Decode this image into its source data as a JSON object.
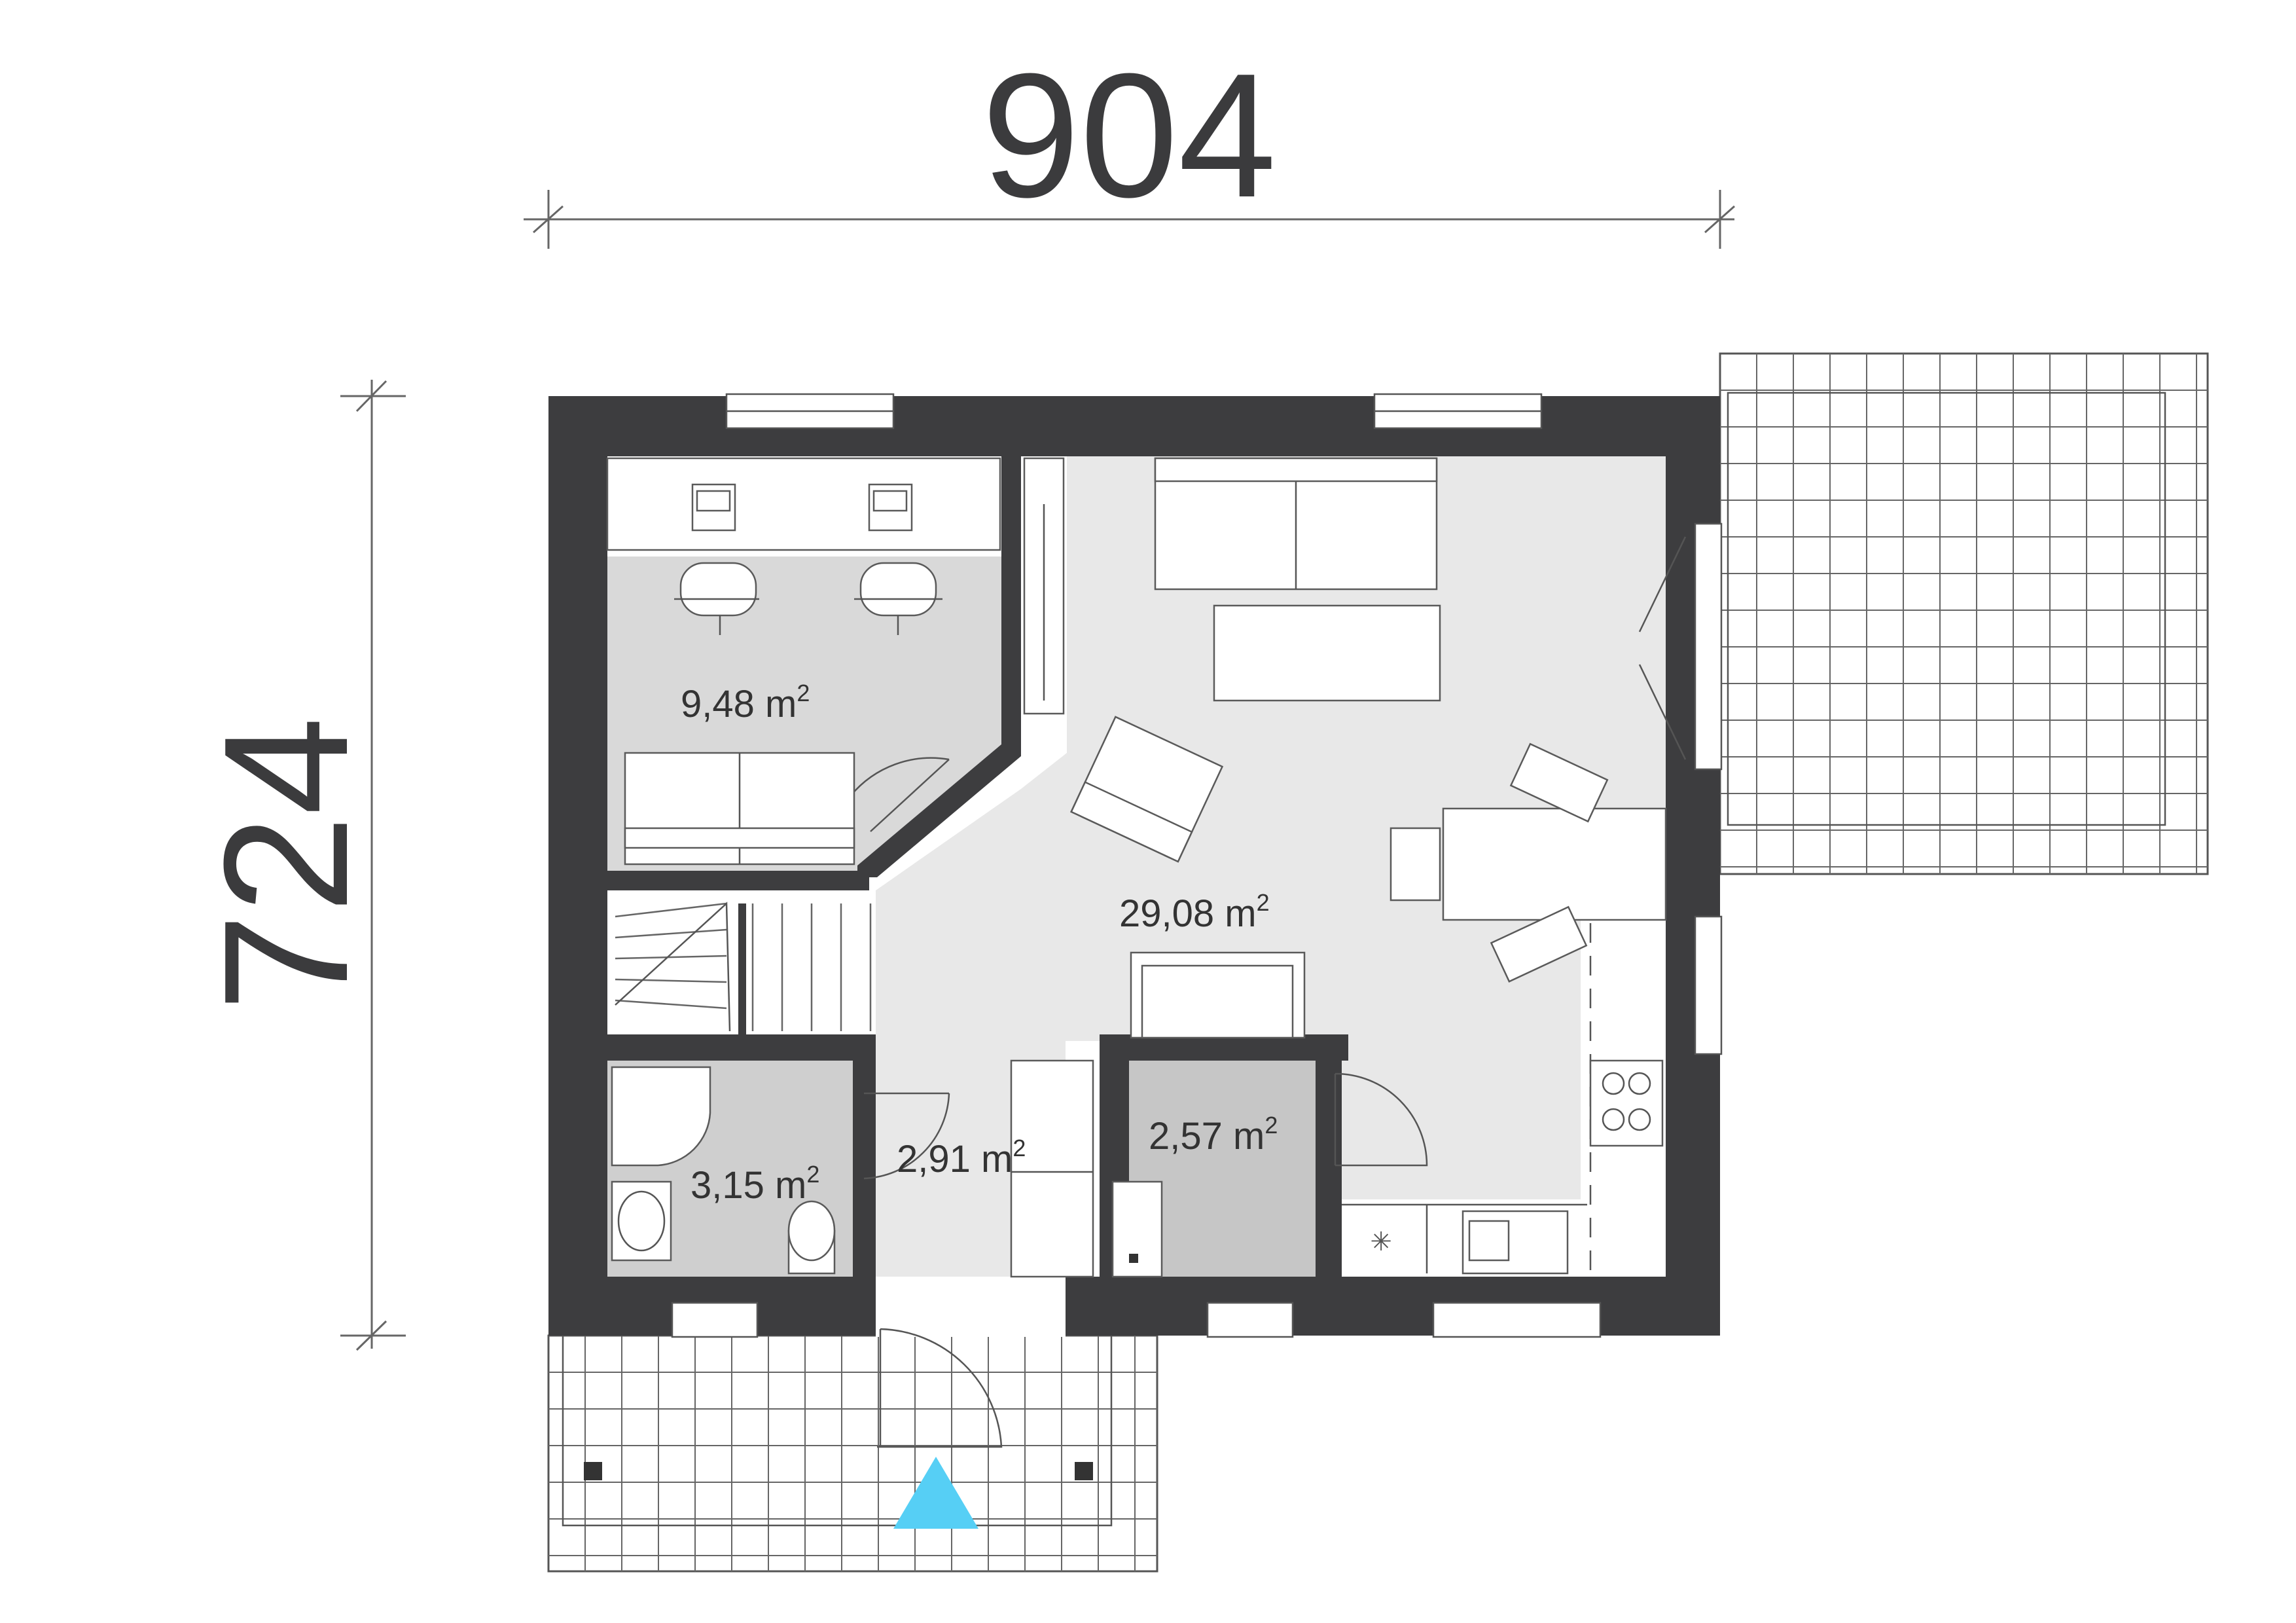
{
  "dimensions": {
    "width_label": "904",
    "height_label": "724"
  },
  "rooms": [
    {
      "id": "office",
      "area": "9,48 m",
      "sup": "2"
    },
    {
      "id": "living",
      "area": "29,08 m",
      "sup": "2"
    },
    {
      "id": "bathroom",
      "area": "3,15 m",
      "sup": "2"
    },
    {
      "id": "hall",
      "area": "2,91 m",
      "sup": "2"
    },
    {
      "id": "utility",
      "area": "2,57 m",
      "sup": "2"
    }
  ],
  "colors": {
    "wall": "#3d3d3f",
    "living_floor": "#e8e8e8",
    "office_floor": "#d9d9d9",
    "bath_floor": "#cfcfcf",
    "entrance_marker": "#56cff5"
  }
}
